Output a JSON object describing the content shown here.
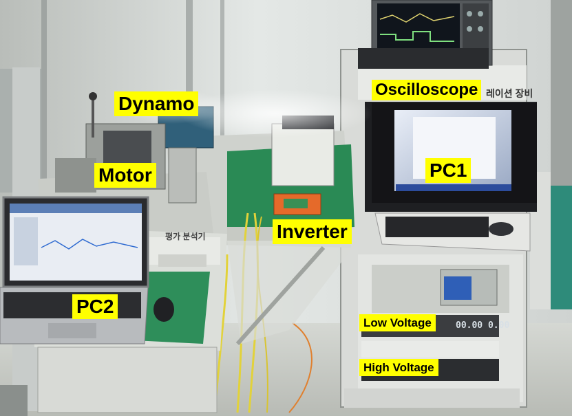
{
  "labels": {
    "dynamo": "Dynamo",
    "motor": "Motor",
    "oscilloscope": "Oscilloscope",
    "pc1": "PC1",
    "pc2": "PC2",
    "inverter": "Inverter",
    "low_voltage": "Low Voltage",
    "high_voltage": "High Voltage"
  },
  "label_style": {
    "background": "#ffff00",
    "color": "#000000"
  },
  "background_text": {
    "rack_sign": "레이션 장비",
    "table_sign": "평가 분석기",
    "supply_readout": "00.00 0.00"
  }
}
